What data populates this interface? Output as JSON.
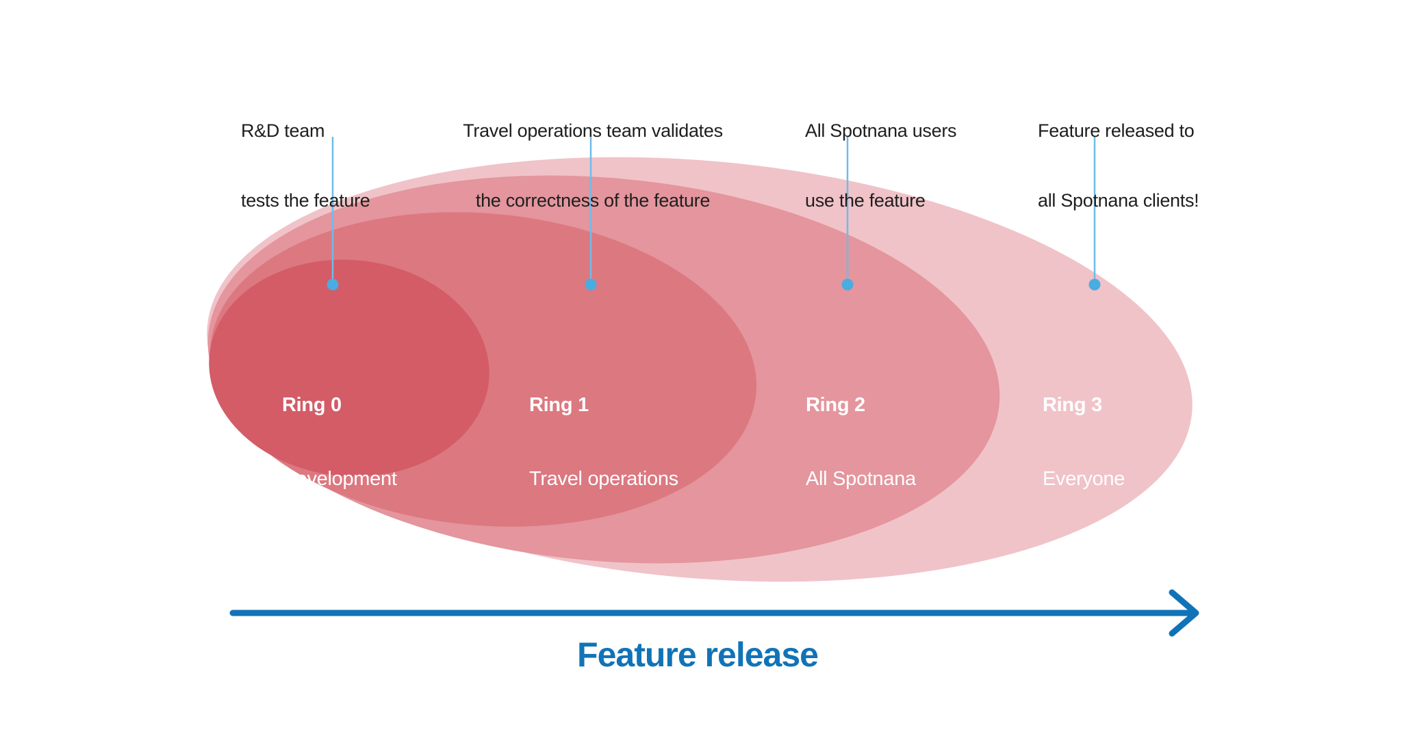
{
  "colors": {
    "background": "#FFFFFF",
    "accent_blue": "#1173B7",
    "connector_line": "#6FBCEA",
    "connector_dot": "#49ACE2",
    "annotation_text": "#1E1E1E",
    "label_text": "#FFFFFF"
  },
  "annotations": [
    {
      "lines": [
        "R&D team",
        "tests the feature"
      ]
    },
    {
      "lines": [
        "Travel operations team validates",
        "the correctness of the feature"
      ]
    },
    {
      "lines": [
        "All Spotnana users",
        "use the feature"
      ]
    },
    {
      "lines": [
        "Feature released to",
        "all Spotnana clients!"
      ]
    }
  ],
  "rings": [
    {
      "name": "Ring 0",
      "subtitle": "Development",
      "color": "#D35C67"
    },
    {
      "name": "Ring 1",
      "subtitle": "Travel operations",
      "color": "#DC7880"
    },
    {
      "name": "Ring 2",
      "subtitle": "All Spotnana",
      "color": "#E4959D"
    },
    {
      "name": "Ring 3",
      "subtitle": "Everyone",
      "color": "#F0C3C8"
    }
  ],
  "footer": {
    "title": "Feature release"
  }
}
